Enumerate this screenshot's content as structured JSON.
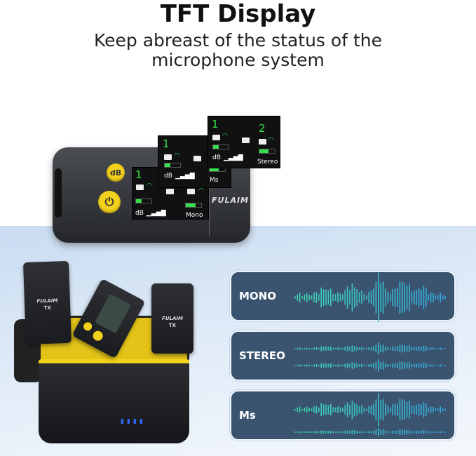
{
  "header": {
    "title": "TFT Display",
    "subtitle_line1": "Keep abreast of the status of the",
    "subtitle_line2": "microphone system"
  },
  "receiver": {
    "brand": "FULAIM",
    "db_button": "dB",
    "power_icon": "power-icon",
    "screen_main": {
      "channel": "1",
      "db_label": "dB",
      "mode": "Mono",
      "levels": [
        0.35,
        0.65
      ]
    },
    "screen_ms": {
      "channel": "1",
      "db_label": "dB",
      "mode": "Ms",
      "levels": [
        0.35,
        0.6
      ]
    },
    "screen_stereo": {
      "channel_left": "1",
      "channel_right": "2",
      "db_label": "dB",
      "mode": "Stereo",
      "levels": [
        0.35,
        0.6
      ]
    }
  },
  "kit": {
    "tx_brand": "FULAIM",
    "tx_label": "TX",
    "accent": "#f2d11c"
  },
  "modes": [
    {
      "label": "MONO",
      "tracks": 1
    },
    {
      "label": "STEREO",
      "tracks": 2
    },
    {
      "label": "Ms",
      "tracks": 2
    }
  ],
  "colors": {
    "panel": "#3a5470",
    "wave_start": "#3fd6b0",
    "wave_end": "#36a6e0",
    "screen_green": "#35e04a"
  }
}
